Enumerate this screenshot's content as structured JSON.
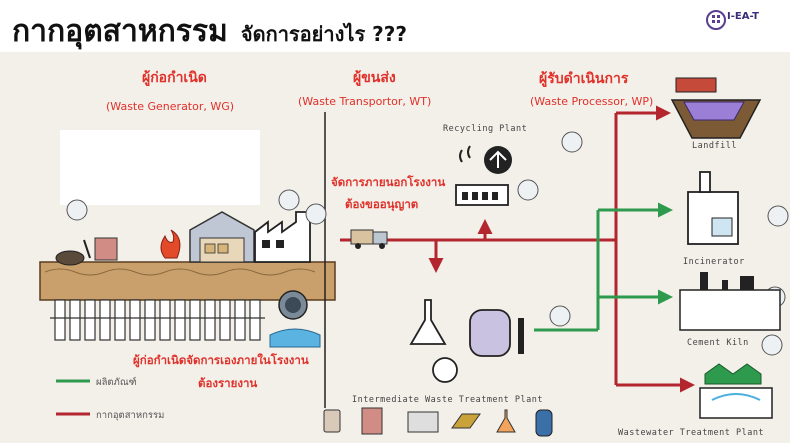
{
  "title": {
    "main": "กากอุตสาหกรรม",
    "sub": "จัดการอย่างไร ???"
  },
  "logo": {
    "text": "I-EA-T"
  },
  "roles": {
    "generator": {
      "th": "ผู้ก่อกำเนิด",
      "en": "(Waste Generator, WG)"
    },
    "transporter": {
      "th": "ผู้ขนส่ง",
      "en": "(Waste Transportor, WT)"
    },
    "processor": {
      "th": "ผู้รับดำเนินการ",
      "en": "(Waste Processor, WP)"
    }
  },
  "notes": {
    "outside_line1": "จัดการภายนอกโรงงาน",
    "outside_line2": "ต้องขออนุญาต",
    "inside_line1": "ผู้ก่อกำเนิดจัดการเองภายในโรงงาน",
    "inside_line2": "ต้องรายงาน"
  },
  "facilities": {
    "recycling": "Recycling Plant",
    "landfill": "Landfill",
    "incinerator": "Incinerator",
    "cement": "Cement Kiln",
    "wastewater": "Wastewater Treatment Plant",
    "intermediate": "Intermediate Waste Treatment Plant"
  },
  "legend": {
    "product": "ผลิตภัณฑ์",
    "waste": "กากอุตสาหกรรม"
  },
  "colors": {
    "waste_arrow": "#b3262e",
    "product_arrow": "#2e9a4d",
    "label_red": "#e0312a"
  }
}
